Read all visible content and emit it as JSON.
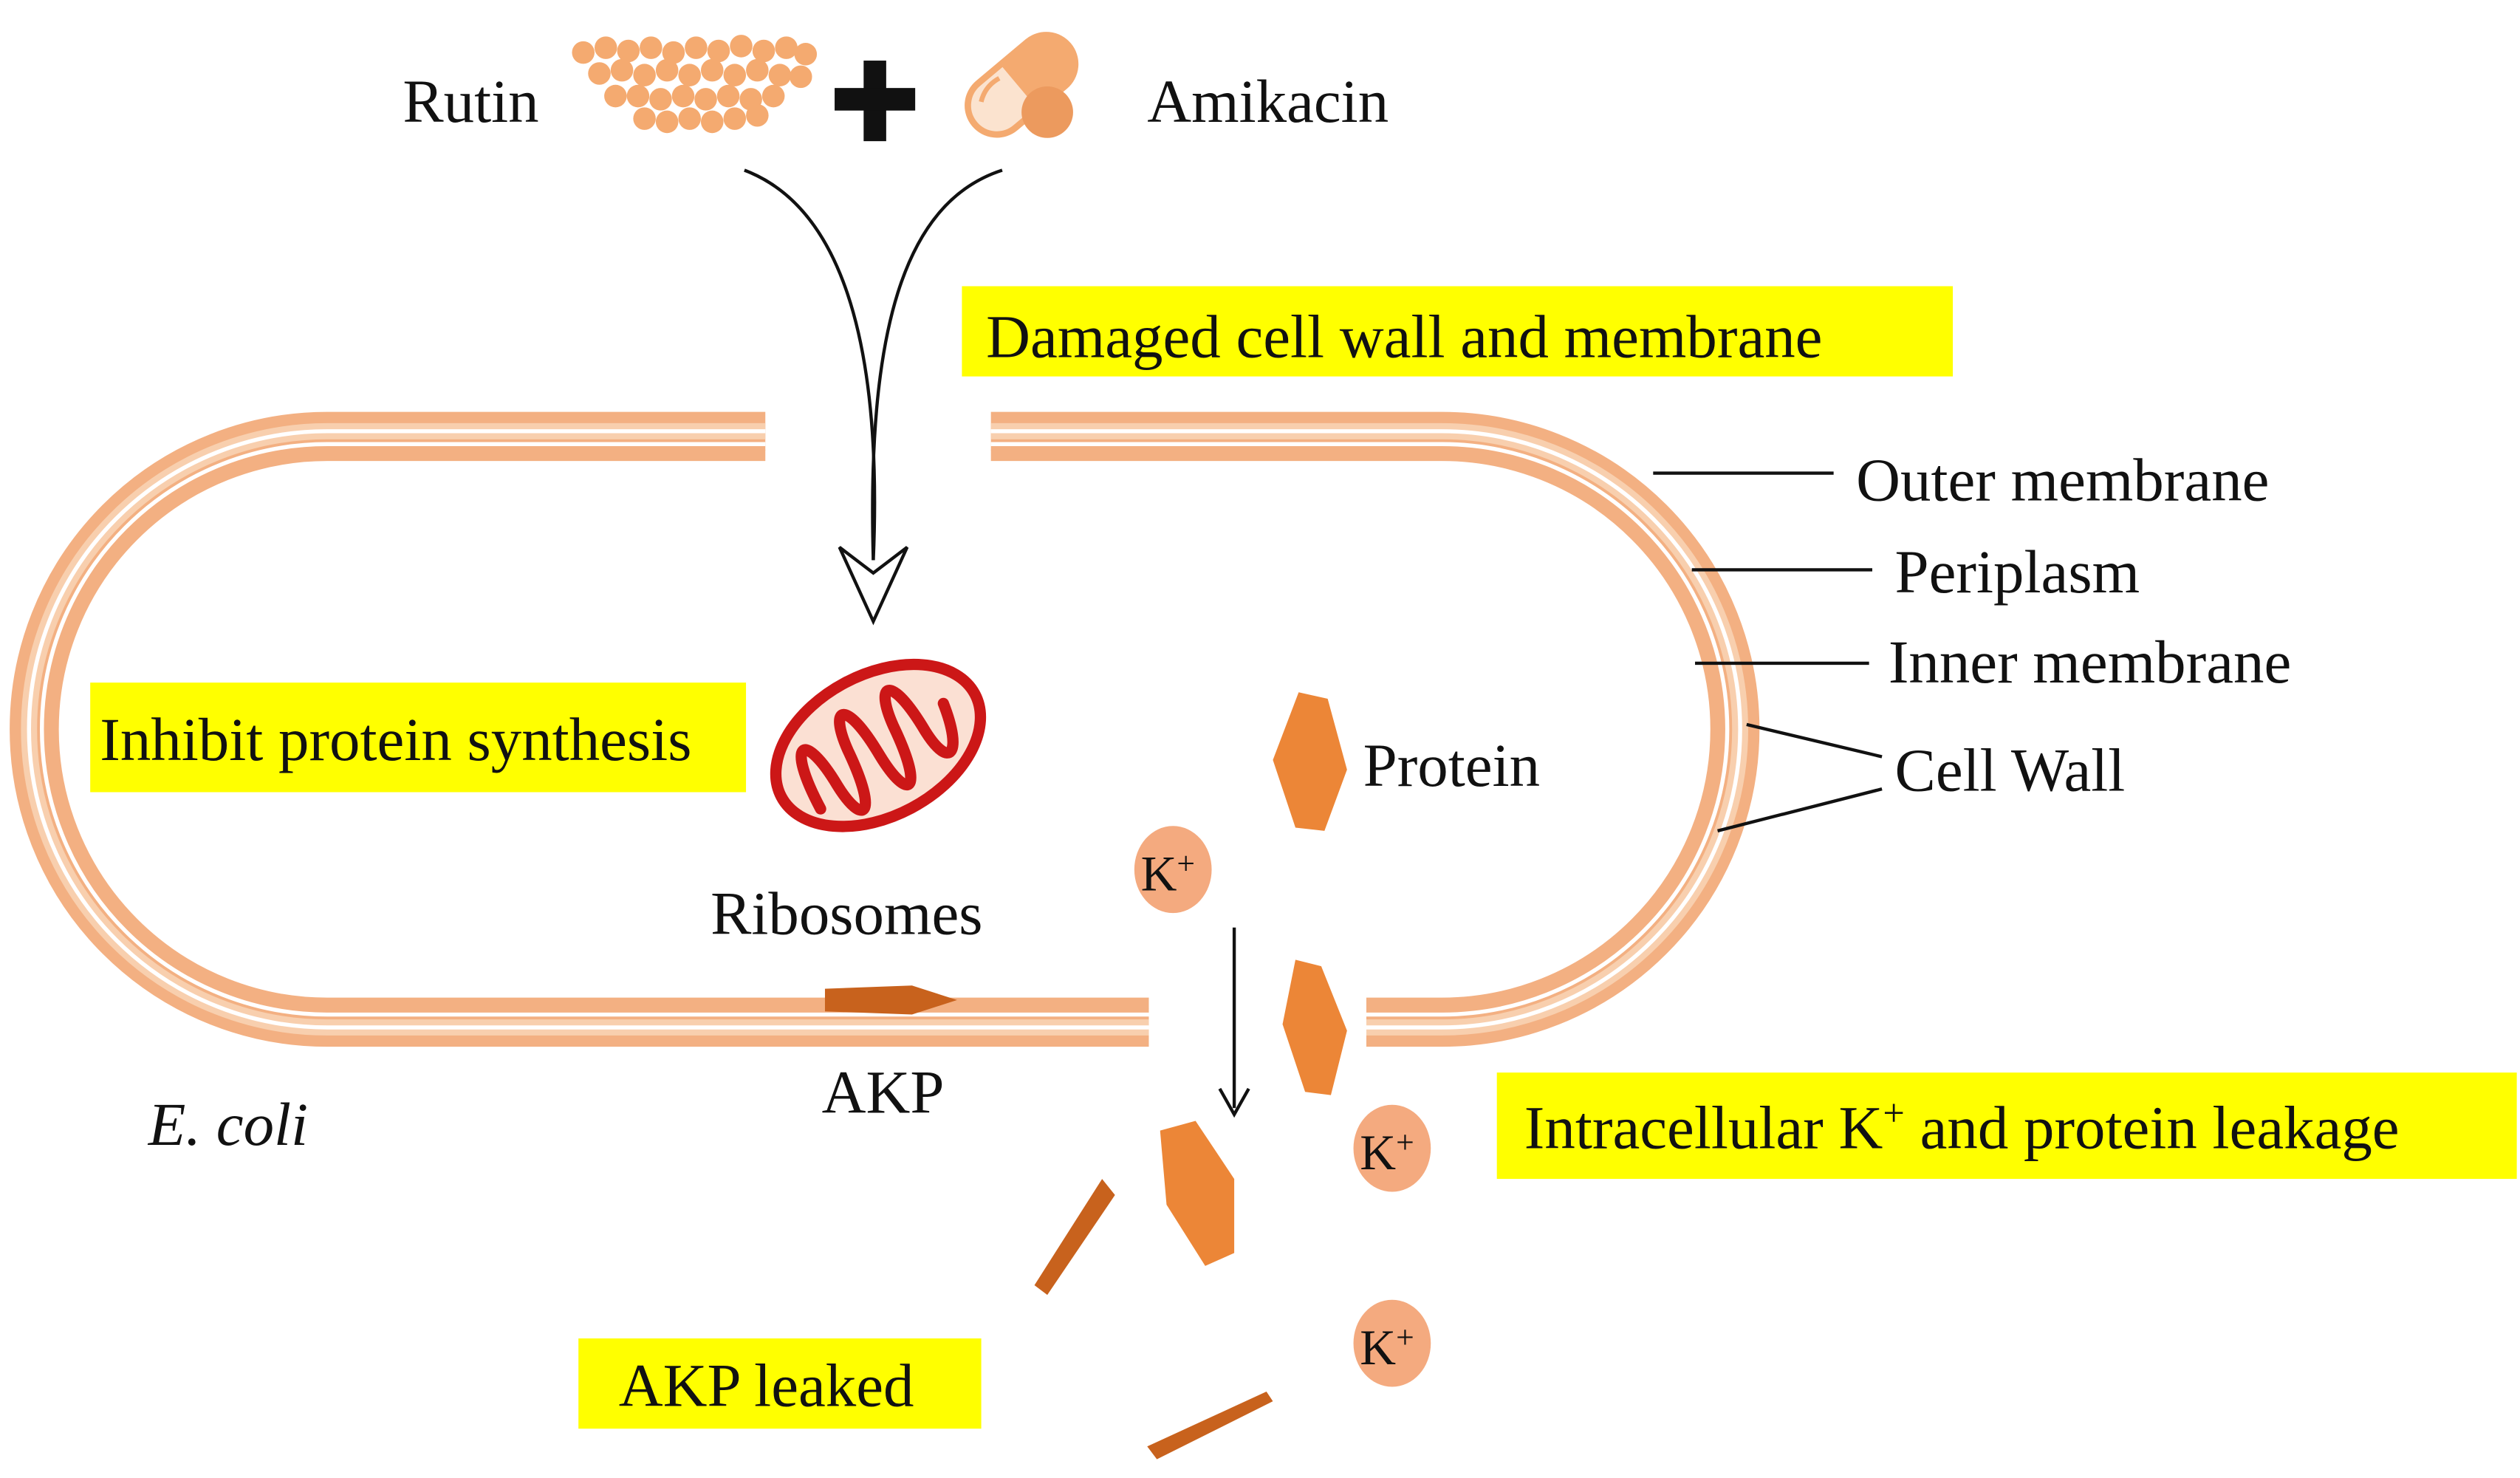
{
  "colors": {
    "membrane": "#f3b082",
    "membrane_inner": "#f8cfae",
    "highlight": "#ffff00",
    "ribosome_red": "#cc1717",
    "ribosome_fill": "#fbe0d3",
    "protein": "#ec8637",
    "akp": "#c8621d",
    "ion_fill": "#f4aa7f",
    "drug": "#f4aa70",
    "line": "#111111"
  },
  "drugs": {
    "rutin": "Rutin",
    "amikacin": "Amikacin"
  },
  "effects": {
    "damaged": "Damaged cell wall and membrane",
    "inhibit": "Inhibit protein synthesis",
    "leakage_prefix": "Intracellular K",
    "leakage_sup": "+",
    "leakage_suffix": " and protein leakage",
    "akp_leaked": "AKP leaked"
  },
  "layers": {
    "outer_membrane": "Outer membrane",
    "periplasm": "Periplasm",
    "inner_membrane": "Inner membrane",
    "cell_wall": "Cell Wall"
  },
  "components": {
    "ribosomes": "Ribosomes",
    "protein": "Protein",
    "akp": "AKP",
    "organism": "E. coli"
  },
  "ions": {
    "symbol": "K",
    "charge": "+"
  }
}
